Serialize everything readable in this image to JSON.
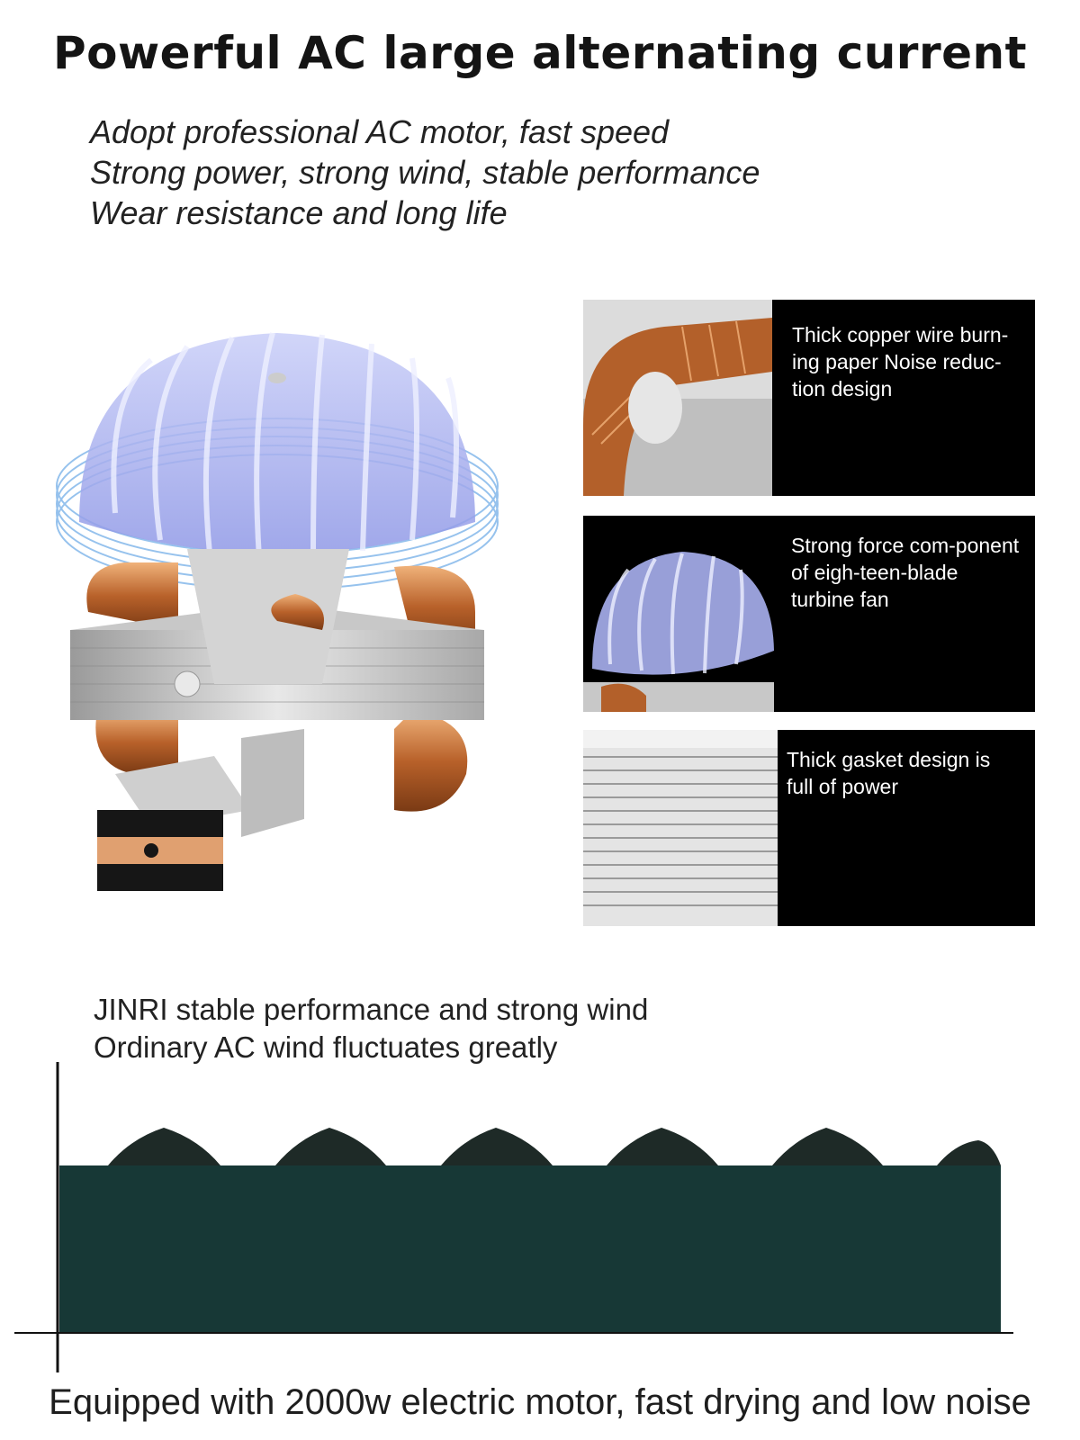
{
  "title": "Powerful AC large alternating current",
  "subtitle_lines": [
    "Adopt professional AC motor, fast speed",
    "Strong power, strong wind, stable performance",
    "Wear resistance and long life"
  ],
  "feature_panels": [
    {
      "text": "Thick copper wire burn-ing paper Noise reduc-tion design",
      "image": "copper-coil-closeup"
    },
    {
      "text": "Strong force com-ponent of eigh-teen-blade turbine fan",
      "image": "turbine-fan-closeup"
    },
    {
      "text": "Thick gasket design is full of power",
      "image": "stacked-gasket-closeup"
    }
  ],
  "wind_comparison": {
    "lines": [
      "JINRI stable performance and strong wind",
      "Ordinary AC wind fluctuates greatly"
    ],
    "colors": {
      "stable_fill": "#173836",
      "fluctuation_fill": "#1e2a27",
      "wave_highlight": "#d6f3f7"
    }
  },
  "footer": "Equipped with 2000w electric motor, fast drying and low noise"
}
